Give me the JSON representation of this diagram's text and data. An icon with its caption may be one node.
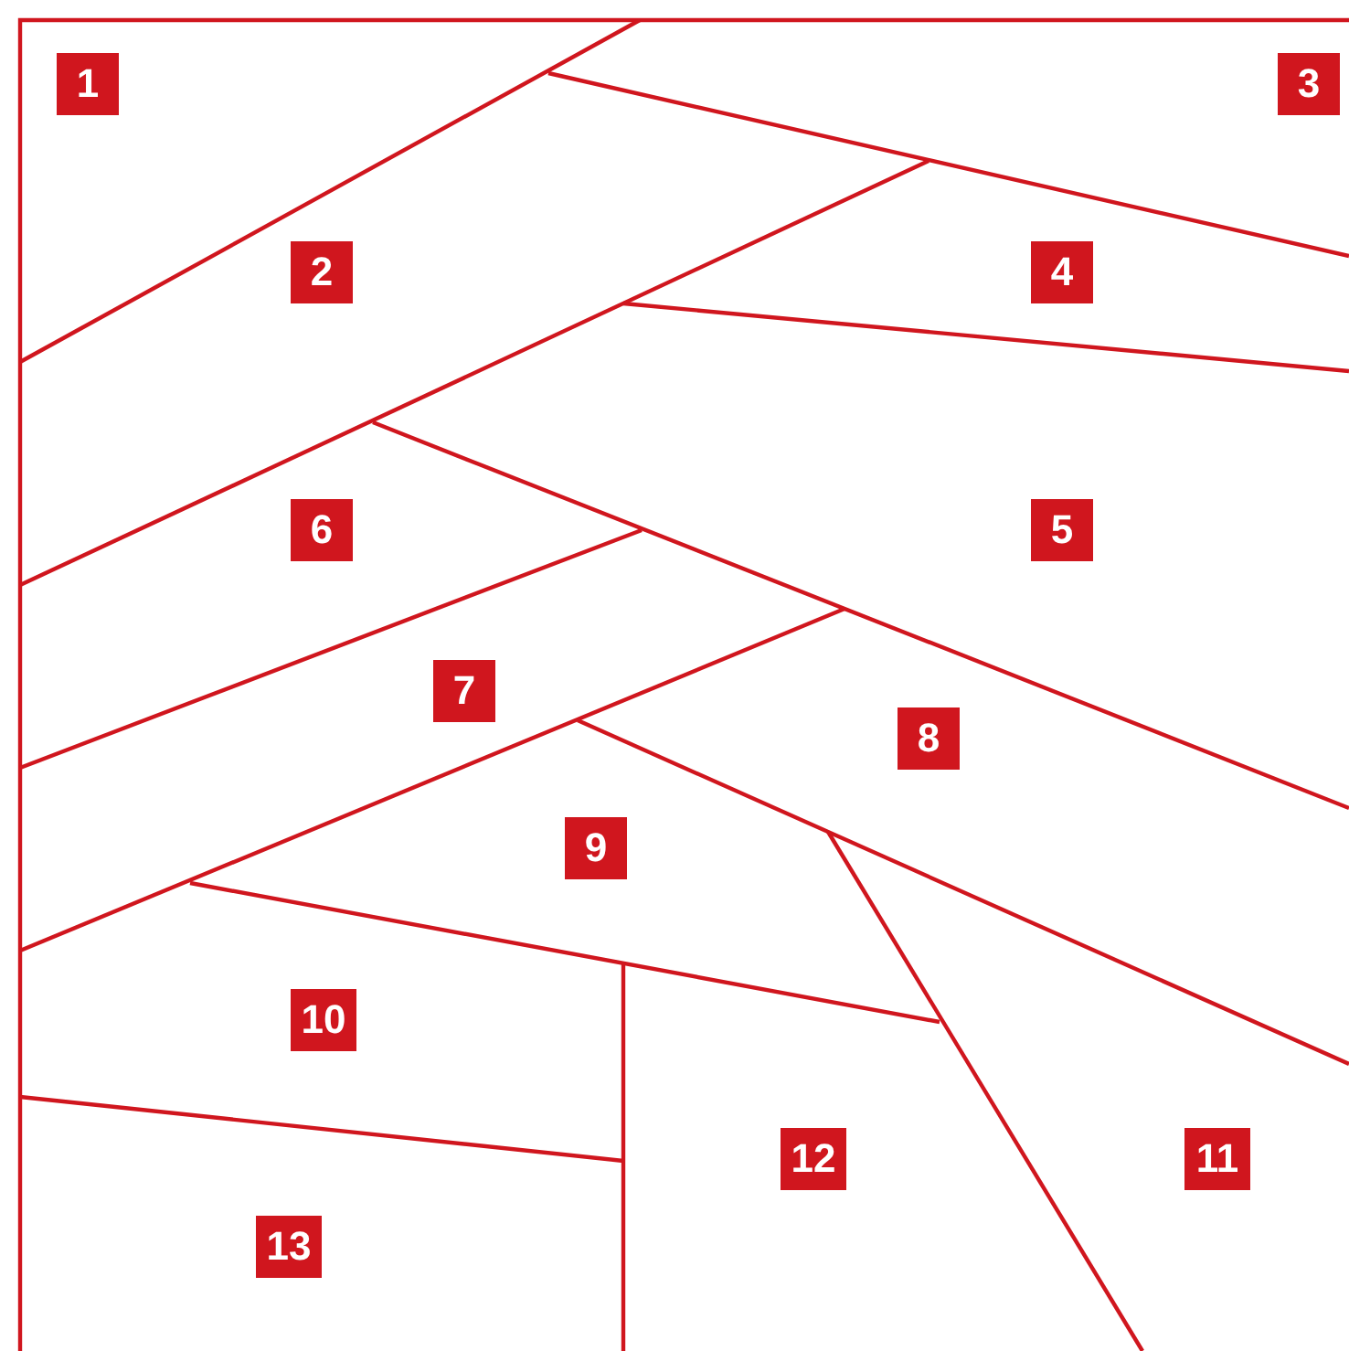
{
  "diagram": {
    "labels": [
      "1",
      "3",
      "2",
      "4",
      "6",
      "5",
      "7",
      "8",
      "9",
      "10",
      "12",
      "11",
      "13"
    ]
  }
}
